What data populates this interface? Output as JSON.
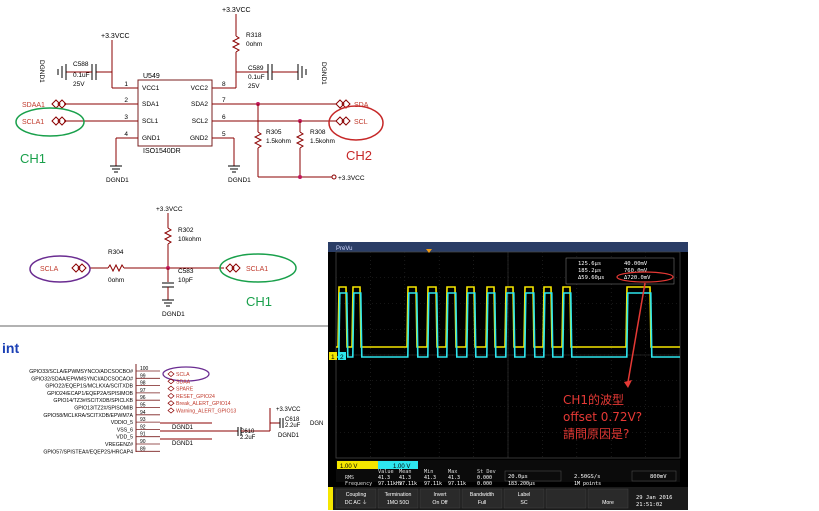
{
  "schematic_top": {
    "vcc_left": "+3.3VCC",
    "vcc_top": "+3.3VCC",
    "vcc_right": "+3.3VCC",
    "r318_ref": "R318",
    "r318_val": "0ohm",
    "c588_ref": "C588",
    "c588_val": "0.1uF",
    "c588_volt": "25V",
    "c589_ref": "C589",
    "c589_val": "0.1uF",
    "c589_volt": "25V",
    "dgnd_left": "DGND1",
    "dgnd_right": "DGND1",
    "ic_ref": "U549",
    "ic_part": "ISO1540DR",
    "pins_left": [
      {
        "num": "1",
        "name": "VCC1"
      },
      {
        "num": "2",
        "name": "SDA1"
      },
      {
        "num": "3",
        "name": "SCL1"
      },
      {
        "num": "4",
        "name": "GND1"
      }
    ],
    "pins_right": [
      {
        "num": "8",
        "name": "VCC2"
      },
      {
        "num": "7",
        "name": "SDA2"
      },
      {
        "num": "6",
        "name": "SCL2"
      },
      {
        "num": "5",
        "name": "GND2"
      }
    ],
    "net_sdaa1": "SDAA1",
    "net_scla1": "SCLA1",
    "net_sda": "SDA",
    "net_scl": "SCL",
    "r305_ref": "R305",
    "r305_val": "1.5kohm",
    "r308_ref": "R308",
    "r308_val": "1.5kohm",
    "gnd_bottom_left": "DGND1",
    "gnd_bottom_right": "DGND1",
    "ch1_label": "CH1",
    "ch2_label": "CH2"
  },
  "schematic_mid": {
    "vcc": "+3.3VCC",
    "r302_ref": "R302",
    "r302_val": "10kohm",
    "r304_ref": "R304",
    "r304_val": "0ohm",
    "c583_ref": "C583",
    "c583_val": "10pF",
    "net_scla": "SCLA",
    "net_scla1": "SCLA1",
    "gnd": "DGND1",
    "ch1_label": "CH1"
  },
  "schematic_bottom": {
    "title": "int",
    "pins": [
      {
        "name": "GPIO33/SCLA/EPWMSYNCO/ADCSOCBO#",
        "num": "100"
      },
      {
        "name": "GPIO32/SDAA/EPWMSYNCI/ADCSOCAO#",
        "num": "99"
      },
      {
        "name": "GPIO22/EQEP1S/MCLKXA/SCITXDB",
        "num": "98"
      },
      {
        "name": "GPIO24/ECAP1/EQEP2A/SPISIMOB",
        "num": "97"
      },
      {
        "name": "GPIO14/TZ3#/SCITXDB/SPICLKB",
        "num": "96"
      },
      {
        "name": "GPIO13/TZ2#/SPISOMIB",
        "num": "95"
      },
      {
        "name": "GPIO58/MCLKRA/SCITXDB/EPWM7A",
        "num": "94"
      },
      {
        "name": "VDDIO_5",
        "num": "93"
      },
      {
        "name": "VSS_6",
        "num": "92"
      },
      {
        "name": "VDD_5",
        "num": "91"
      },
      {
        "name": "VREGENZ#",
        "num": "90"
      },
      {
        "name": "GPIO57/SPISTEA#/EQEP2S/HRCAP4",
        "num": "89"
      }
    ],
    "nets": [
      "SCLA",
      "SDAA",
      "SPARE",
      "RESET_GPIO24",
      "Break_ALERT_GPIO14",
      "Warning_ALERT_GPIO13"
    ],
    "dgnd_a": "DGND1",
    "dgnd_b": "DGND1",
    "dgnd_c": "DGND1",
    "dgn_trunc": "DGN",
    "c618_ref": "C618",
    "c618_val": "2.2uF",
    "c610_ref": "C610",
    "c610_val": "2.2uF",
    "vcc": "+3.3VCC"
  },
  "scope": {
    "top_label": "PreVu",
    "meas": {
      "row1_a": "125.6μs",
      "row1_b": "40.00mV",
      "row2_a": "185.2μs",
      "row2_b": "760.0mV",
      "row3_a": "Δ59.60μs",
      "row3_b": "Δ720.0mV"
    },
    "ch1_scale": "1.00 V",
    "ch2_scale": "1.00 V",
    "stats_headers": [
      "Value",
      "Mean",
      "Min",
      "Max",
      "St Dev"
    ],
    "stats_row1_label": "RMS",
    "stats_row1": [
      "41.3",
      "41.3",
      "41.3",
      "41.3",
      "0.000"
    ],
    "stats_row2_label": "Frequency",
    "stats_row2": [
      "97.11kHz",
      "97.11k",
      "97.11k",
      "97.11k",
      "0.000"
    ],
    "timebase": "20.0μs",
    "trig_pos": "183.200μs",
    "sample_rate": "2.50GS/s",
    "record_len": "1M points",
    "trigger_level": "800mV",
    "menu": [
      {
        "top": "Coupling",
        "bottom": "DC AC ⏚"
      },
      {
        "top": "Termination",
        "bottom": "1MΩ 50Ω"
      },
      {
        "top": "Invert",
        "bottom": "On Off"
      },
      {
        "top": "Bandwidth",
        "bottom": "Full"
      },
      {
        "top": "Label",
        "bottom": "SC"
      },
      {
        "top": "",
        "bottom": ""
      },
      {
        "top": "",
        "bottom": "More"
      }
    ],
    "date": "29 Jan 2016",
    "time": "21:51:02",
    "ch1_marker": "1",
    "ch2_marker": "2"
  },
  "annotation": {
    "line1": "CH1的波型",
    "line2": "offset 0.72V?",
    "line3": "請問原因是?"
  },
  "colors": {
    "green": "#19a04b",
    "red": "#c62828",
    "purple": "#6a2c91",
    "ch1_yellow": "#f5e600",
    "ch2_cyan": "#2ee6ee",
    "scope_bg": "#000000"
  }
}
